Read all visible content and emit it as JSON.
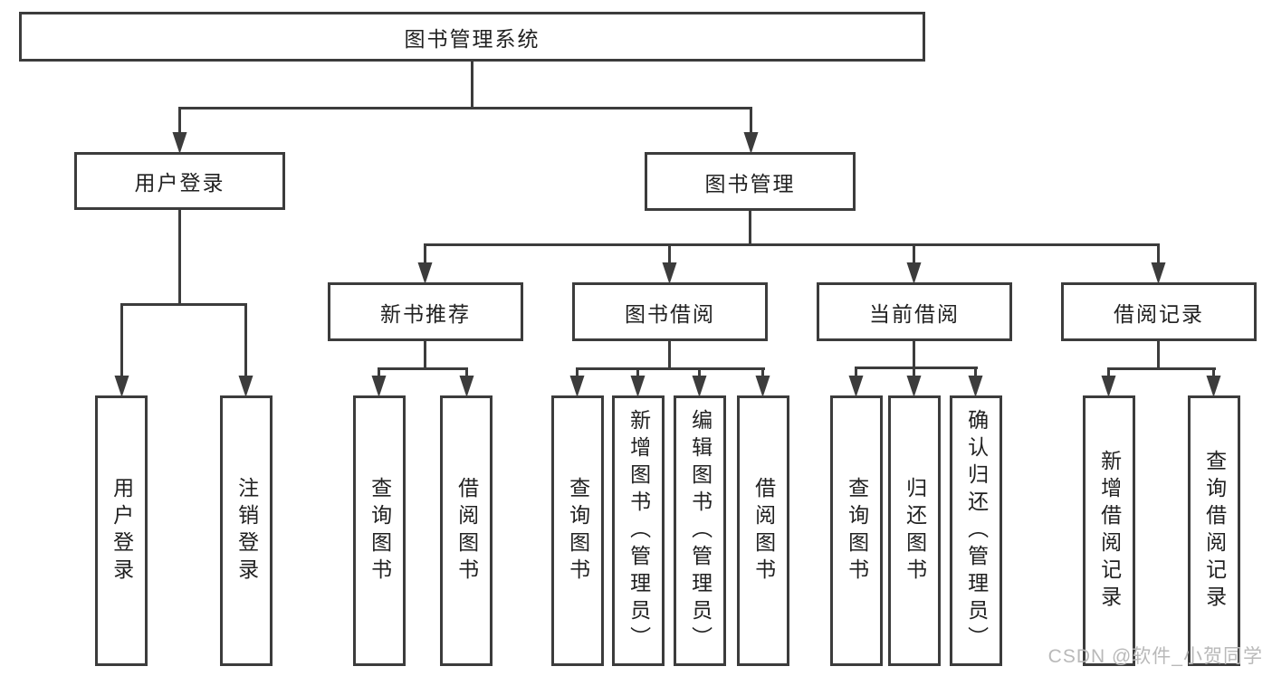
{
  "diagram": {
    "type": "hierarchy-tree",
    "tree": {
      "label": "图书管理系统",
      "children": [
        {
          "label": "用户登录",
          "children": [
            {
              "label": "用户登录"
            },
            {
              "label": "注销登录"
            }
          ]
        },
        {
          "label": "图书管理",
          "children": [
            {
              "label": "新书推荐",
              "children": [
                {
                  "label": "查询图书"
                },
                {
                  "label": "借阅图书"
                }
              ]
            },
            {
              "label": "图书借阅",
              "children": [
                {
                  "label": "查询图书"
                },
                {
                  "label": "新增图书（管理员）"
                },
                {
                  "label": "编辑图书（管理员）"
                },
                {
                  "label": "借阅图书"
                }
              ]
            },
            {
              "label": "当前借阅",
              "children": [
                {
                  "label": "查询图书"
                },
                {
                  "label": "归还图书"
                },
                {
                  "label": "确认归还（管理员）"
                }
              ]
            },
            {
              "label": "借阅记录",
              "children": [
                {
                  "label": "新增借阅记录"
                },
                {
                  "label": "查询借阅记录"
                }
              ]
            }
          ]
        }
      ]
    }
  },
  "watermark": {
    "text": "CSDN @软件_小贺同学"
  },
  "colors": {
    "line": "#3c3c3c",
    "text": "#212121",
    "watermark": "#b9b9b9",
    "background": "#ffffff"
  }
}
